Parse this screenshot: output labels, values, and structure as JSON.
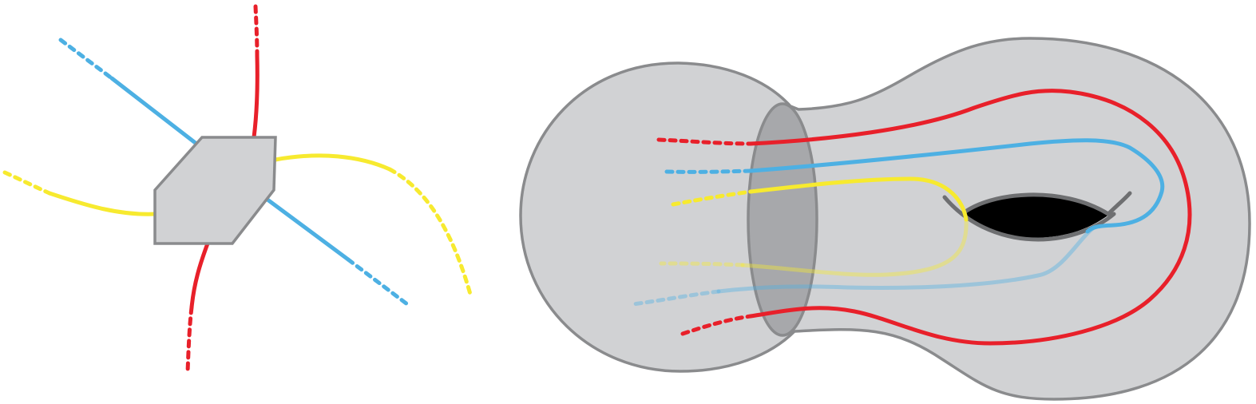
{
  "colors": {
    "red": "#e8202a",
    "blue": "#4db0e3",
    "yellow": "#f7ea2f",
    "surface_fill": "#d1d2d4",
    "surface_stroke": "#8a8b8d",
    "cut_disc_fill": "#a7a8ab",
    "hole_fill": "#000000",
    "hole_rim": "#6e6f71",
    "background": "#ffffff"
  },
  "left_figure": {
    "description_shape": "gray hexagonal vertex with six legs",
    "legs": [
      "red",
      "red",
      "blue",
      "blue",
      "yellow",
      "yellow"
    ]
  },
  "right_figure": {
    "description_shape": "genus-one surface with a cut disc and a handle",
    "curves": [
      "red",
      "blue",
      "yellow"
    ]
  }
}
